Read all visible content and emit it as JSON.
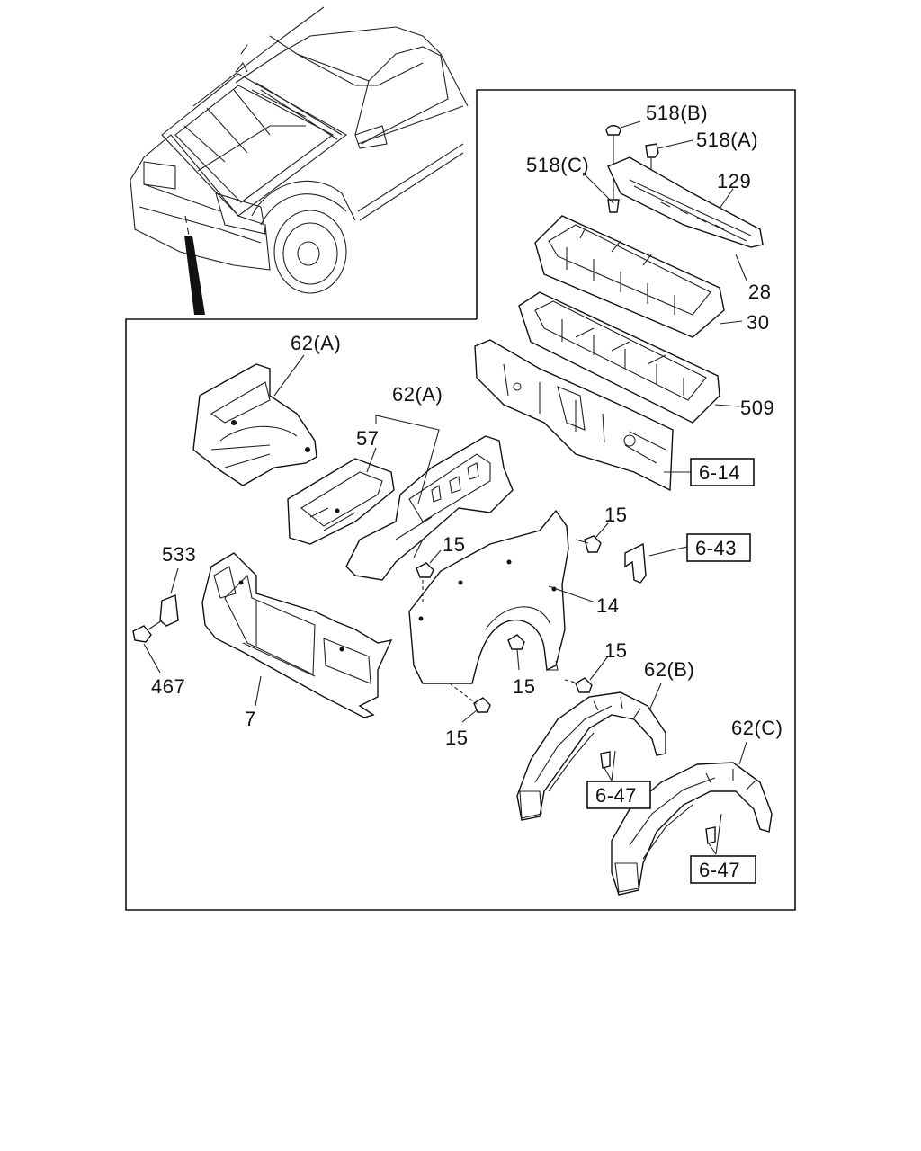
{
  "labels": {
    "l518b": "518(B)",
    "l518a": "518(A)",
    "l518c": "518(C)",
    "l129": "129",
    "l28": "28",
    "l30": "30",
    "l509": "509",
    "ref614": "6-14",
    "l62a_1": "62(A)",
    "l62a_2": "62(A)",
    "l57": "57",
    "l15_a": "15",
    "l15_b": "15",
    "l15_c": "15",
    "l15_d": "15",
    "l15_e": "15",
    "ref643": "6-43",
    "l14": "14",
    "l533": "533",
    "l467": "467",
    "l7": "7",
    "l62b": "62(B)",
    "l62c": "62(C)",
    "ref647_b": "6-47",
    "ref647_c": "6-47"
  }
}
